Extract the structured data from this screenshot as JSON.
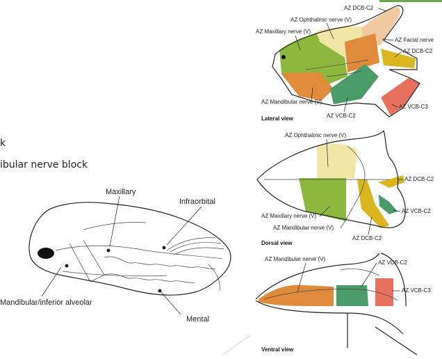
{
  "slide": {
    "bullet_1": "k",
    "bullet_2": "ibular nerve block",
    "accent_color": "#6aa84f"
  },
  "left_figure": {
    "labels": {
      "maxillary": "Maxillary",
      "infraorbital": "Infraorbital",
      "mandibular": "Mandibular/inferior alveolar",
      "mental": "Mental"
    }
  },
  "lateral_view": {
    "title": "Lateral view",
    "labels": {
      "az_dcb_c2_top": "AZ DCB-C2",
      "ophthalmic": "AZ Ophthalmic nerve (V)",
      "maxillary": "AZ Maxillary nerve (V)",
      "facial": "AZ Facial nerve",
      "az_dcb_c2_right": "AZ DCB-C2",
      "mandibular": "AZ Mandibular nerve (V)",
      "vcb_c2": "AZ VCB-C2",
      "vcb_c3": "AZ VCB-C3"
    }
  },
  "dorsal_view": {
    "title": "Dorsal view",
    "labels": {
      "ophthalmic": "AZ Ophthalmic nerve (V)",
      "dcb_c2_right": "AZ DCB-C2",
      "vcb_c2": "AZ VCB-C2",
      "maxillary": "AZ Maxillary nerve (V)",
      "mandibular": "AZ Mandibular nerve (V)",
      "dcb_c2_bottom": "AZ DCB-C2"
    }
  },
  "ventral_view": {
    "title": "Ventral view",
    "labels": {
      "mandibular": "AZ Mandibular nerve (V)",
      "vcb_c2": "AZ VCB-C2",
      "vcb_c3": "AZ VCB-C3"
    }
  },
  "colors": {
    "maxillary": "#8db83e",
    "ophthalmic": "#f2e6a6",
    "mandibular": "#e08a3c",
    "facial": "#f0c9a0",
    "dcb_c2": "#d9b51f",
    "vcb_c2": "#4a9a6a",
    "vcb_c3": "#e8705e"
  }
}
